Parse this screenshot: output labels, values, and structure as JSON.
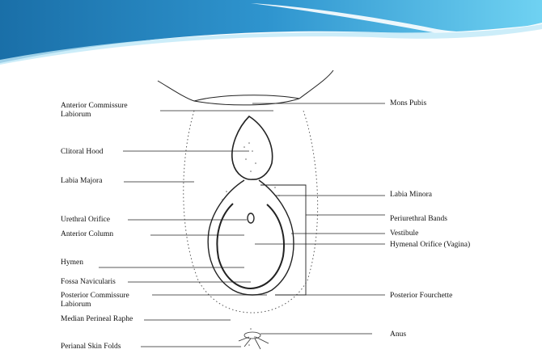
{
  "slide": {
    "theme_colors": {
      "banner_dark": "#1a6fa8",
      "banner_light": "#5cc6ec",
      "swoosh": "#ffffff"
    }
  },
  "diagram": {
    "labels_left": [
      "Anterior Commissure\nLabiorum",
      "Clitoral Hood",
      "Labia Majora",
      "Urethral Orifice",
      "Anterior Column",
      "Hymen",
      "Fossa Navicularis",
      "Posterior Commissure\nLabiorum",
      "Median Perineal Raphe",
      "Perianal Skin Folds"
    ],
    "labels_right": [
      "Mons Pubis",
      "Labia Minora",
      "Periurethral Bands",
      "Vestibule",
      "Hymenal Orifice (Vagina)",
      "Posterior Fourchette",
      "Anus"
    ]
  }
}
